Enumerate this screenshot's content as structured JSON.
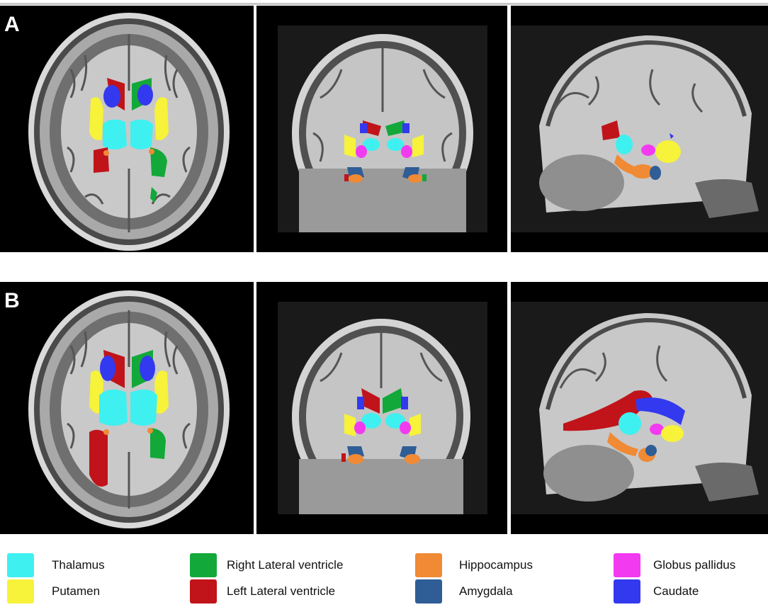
{
  "panels": {
    "row_a_label": "A",
    "row_b_label": "B"
  },
  "legend": {
    "items": [
      {
        "label": "Thalamus",
        "color": "#3ff0f0"
      },
      {
        "label": "Putamen",
        "color": "#f7f23a"
      },
      {
        "label": "Right Lateral ventricle",
        "color": "#13a83a"
      },
      {
        "label": "Left Lateral ventricle",
        "color": "#c0141a"
      },
      {
        "label": "Hippocampus",
        "color": "#f08a35"
      },
      {
        "label": "Amygdala",
        "color": "#2f5d96"
      },
      {
        "label": "Globus pallidus",
        "color": "#f23af0"
      },
      {
        "label": "Caudate",
        "color": "#3339ee"
      }
    ]
  }
}
